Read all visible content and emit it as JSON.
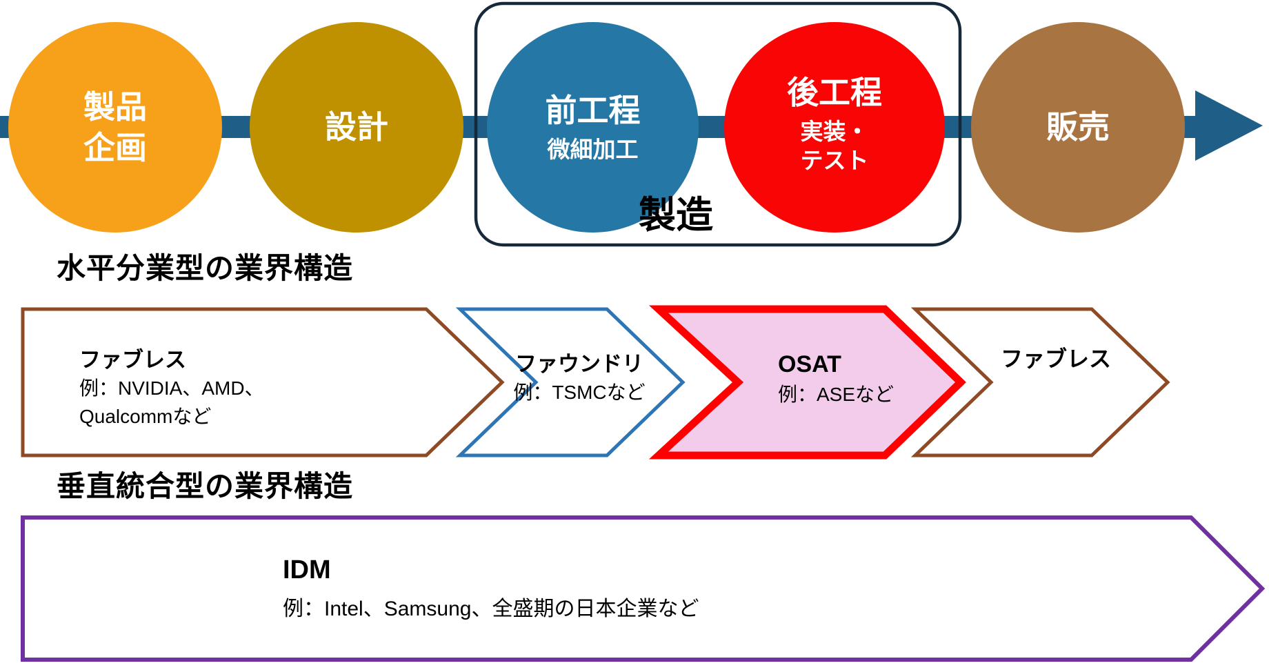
{
  "palette": {
    "arrow": "#1F5F87",
    "box_border": "#15293B",
    "text_dark": "#000000",
    "text_light": "#FFFFFF",
    "background": "#FFFFFF"
  },
  "flow": {
    "manufacturing_label": "製造",
    "steps": [
      {
        "name": "product-planning",
        "lines": [
          "製品",
          "企画"
        ],
        "sub": [],
        "color": "#F7A11A"
      },
      {
        "name": "design",
        "lines": [
          "設計"
        ],
        "sub": [],
        "color": "#BF9000"
      },
      {
        "name": "front-end-process",
        "lines": [
          "前工程"
        ],
        "sub": [
          "微細加工"
        ],
        "color": "#2577A5"
      },
      {
        "name": "back-end-process",
        "lines": [
          "後工程"
        ],
        "sub": [
          "実装・",
          "テスト"
        ],
        "color": "#F90505"
      },
      {
        "name": "sales",
        "lines": [
          "販売"
        ],
        "sub": [],
        "color": "#A87442"
      }
    ]
  },
  "horizontal": {
    "heading": "水平分業型の業界構造",
    "chevrons": [
      {
        "title": "ファブレス",
        "examples": [
          "例：NVIDIA、AMD、",
          "Qualcommなど"
        ],
        "border": "#8E4A25",
        "fill": "#FFFFFF"
      },
      {
        "title": "ファウンドリ",
        "examples": [
          "例：TSMCなど"
        ],
        "border": "#2E75B6",
        "fill": "#FFFFFF"
      },
      {
        "title": "OSAT",
        "examples": [
          "例：ASEなど"
        ],
        "border": "#FF0000",
        "fill": "#F2CCEA"
      },
      {
        "title": "ファブレス",
        "examples": [],
        "border": "#8E4A25",
        "fill": "#FFFFFF"
      }
    ]
  },
  "vertical": {
    "heading": "垂直統合型の業界構造",
    "chevron": {
      "title": "IDM",
      "examples": [
        "例：Intel、Samsung、全盛期の日本企業など"
      ],
      "border": "#7030A0",
      "fill": "#FFFFFF"
    }
  }
}
